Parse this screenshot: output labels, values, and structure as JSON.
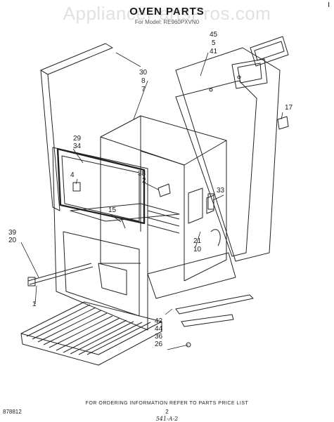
{
  "watermark": "AppliancePartsPros.com",
  "title": "OVEN PARTS",
  "model_line": "For Model: RE960PXVN0",
  "corner_mark": "I",
  "callouts": [
    {
      "id": "45",
      "text": "45"
    },
    {
      "id": "5",
      "text": "5"
    },
    {
      "id": "41",
      "text": "41"
    },
    {
      "id": "30",
      "text": "30"
    },
    {
      "id": "8",
      "text": "8"
    },
    {
      "id": "7",
      "text": "7"
    },
    {
      "id": "17",
      "text": "17"
    },
    {
      "id": "29",
      "text": "29"
    },
    {
      "id": "34",
      "text": "34"
    },
    {
      "id": "4",
      "text": "4"
    },
    {
      "id": "38",
      "text": "38"
    },
    {
      "id": "2",
      "text": "2"
    },
    {
      "id": "33",
      "text": "33"
    },
    {
      "id": "15",
      "text": "15"
    },
    {
      "id": "39",
      "text": "39"
    },
    {
      "id": "20",
      "text": "20"
    },
    {
      "id": "21",
      "text": "21"
    },
    {
      "id": "10",
      "text": "10"
    },
    {
      "id": "1",
      "text": "1"
    },
    {
      "id": "42",
      "text": "42"
    },
    {
      "id": "44",
      "text": "44"
    },
    {
      "id": "36",
      "text": "36"
    },
    {
      "id": "26",
      "text": "26"
    }
  ],
  "footer_note": "FOR ORDERING INFORMATION REFER TO PARTS PRICE LIST",
  "doc_number": "878812",
  "page_number": "2",
  "handwritten_ref": "541-A-2"
}
